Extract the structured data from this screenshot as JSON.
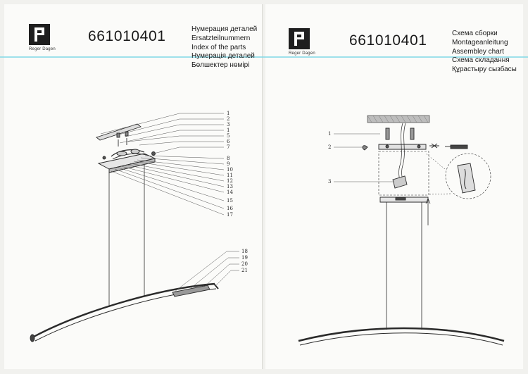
{
  "left_page": {
    "brand": "Reger Dagen",
    "article_number": "661010401",
    "heading_lines": [
      "Нумерация деталей",
      "Ersatzteilnummern",
      "Index of the parts",
      "Нумерація деталей",
      "Бөлшектер нөмірі"
    ],
    "part_labels_top": [
      "1",
      "2",
      "3",
      "1",
      "5",
      "6",
      "7",
      "8",
      "9",
      "10",
      "11",
      "12",
      "13",
      "14",
      "15",
      "16",
      "17"
    ],
    "part_labels_bottom": [
      "18",
      "19",
      "20",
      "21"
    ]
  },
  "right_page": {
    "brand": "Reger Dagen",
    "article_number": "661010401",
    "heading_lines": [
      "Схема сборки",
      "Montageanleitung",
      "Assembley chart",
      "Схема складання",
      "Құрастыру сызбасы"
    ],
    "step_labels": [
      "1",
      "2",
      "3"
    ]
  }
}
